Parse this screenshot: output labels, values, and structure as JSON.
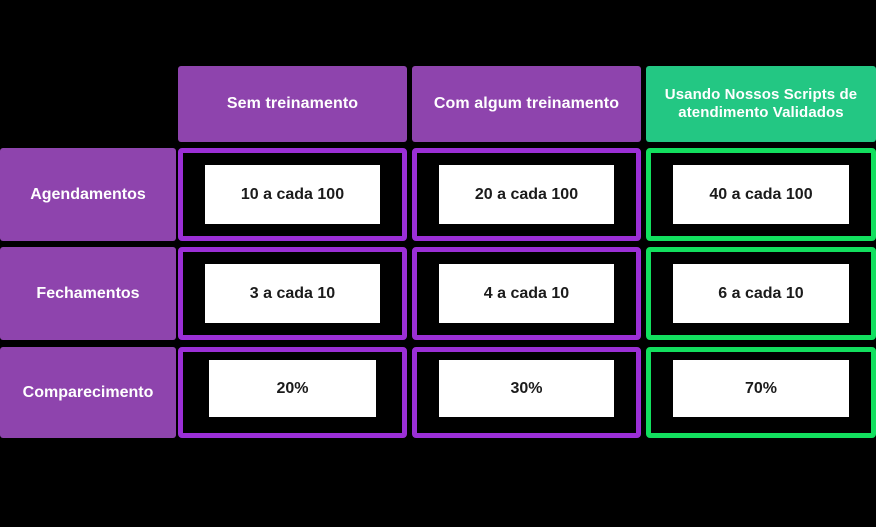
{
  "table": {
    "corner": "",
    "column_headers": [
      {
        "label": "Sem treinamento",
        "style": "purple"
      },
      {
        "label": "Com algum treinamento",
        "style": "purple"
      },
      {
        "label": "Usando Nossos Scripts de atendimento Validados",
        "style": "green"
      }
    ],
    "rows": [
      {
        "label": "Agendamentos",
        "cells": [
          {
            "value": "10 a cada 100",
            "style": "purple"
          },
          {
            "value": "20 a cada 100",
            "style": "purple"
          },
          {
            "value": "40 a cada 100",
            "style": "green"
          }
        ]
      },
      {
        "label": "Fechamentos",
        "cells": [
          {
            "value": "3 a cada 10",
            "style": "purple"
          },
          {
            "value": "4 a cada 10",
            "style": "purple"
          },
          {
            "value": "6 a cada 10",
            "style": "green"
          }
        ]
      },
      {
        "label": "Comparecimento",
        "cells": [
          {
            "value": "20%",
            "style": "purple"
          },
          {
            "value": "30%",
            "style": "purple"
          },
          {
            "value": "70%",
            "style": "green"
          }
        ]
      }
    ]
  },
  "colors": {
    "background": "#000000",
    "purple_fill": "#8E44AD",
    "purple_border": "#9B2FD6",
    "green_fill": "#23C783",
    "green_border": "#12DF5E",
    "cell_inner": "#ffffff",
    "text_light": "#ffffff",
    "text_dark": "#1b1b1b"
  }
}
